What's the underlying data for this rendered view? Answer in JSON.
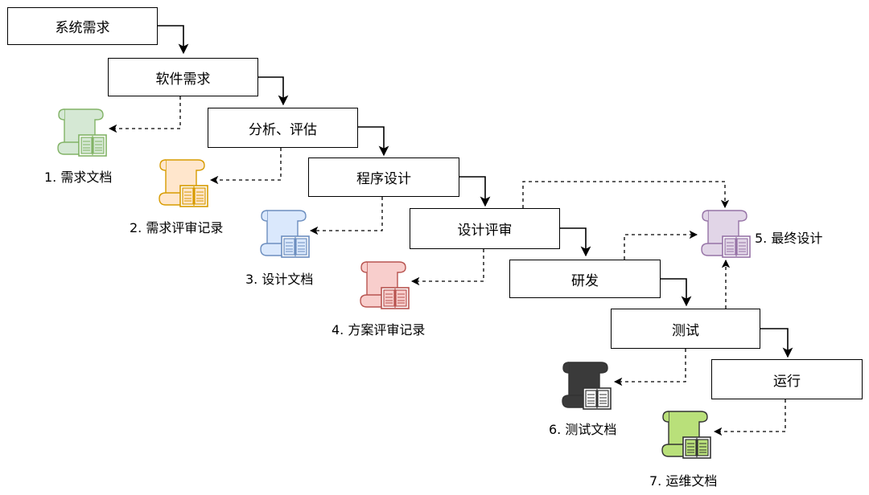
{
  "steps": [
    {
      "id": "s1",
      "label": "系统需求"
    },
    {
      "id": "s2",
      "label": "软件需求"
    },
    {
      "id": "s3",
      "label": "分析、评估"
    },
    {
      "id": "s4",
      "label": "程序设计"
    },
    {
      "id": "s5",
      "label": "设计评审"
    },
    {
      "id": "s6",
      "label": "研发"
    },
    {
      "id": "s7",
      "label": "测试"
    },
    {
      "id": "s8",
      "label": "运行"
    }
  ],
  "documents": [
    {
      "id": "d1",
      "label": "1. 需求文档",
      "color": "#82b366",
      "fill": "#d5e8d4"
    },
    {
      "id": "d2",
      "label": "2. 需求评审记录",
      "color": "#d79b00",
      "fill": "#ffe6cc"
    },
    {
      "id": "d3",
      "label": "3. 设计文档",
      "color": "#6c8ebf",
      "fill": "#dae8fc"
    },
    {
      "id": "d4",
      "label": "4. 方案评审记录",
      "color": "#b85450",
      "fill": "#f8cecc"
    },
    {
      "id": "d5",
      "label": "5. 最终设计",
      "color": "#9673a6",
      "fill": "#e1d5e7"
    },
    {
      "id": "d6",
      "label": "6. 测试文档",
      "color": "#333333",
      "fill": "#3a3a3a"
    },
    {
      "id": "d7",
      "label": "7. 运维文档",
      "color": "#333333",
      "fill": "#b9e07a"
    }
  ]
}
